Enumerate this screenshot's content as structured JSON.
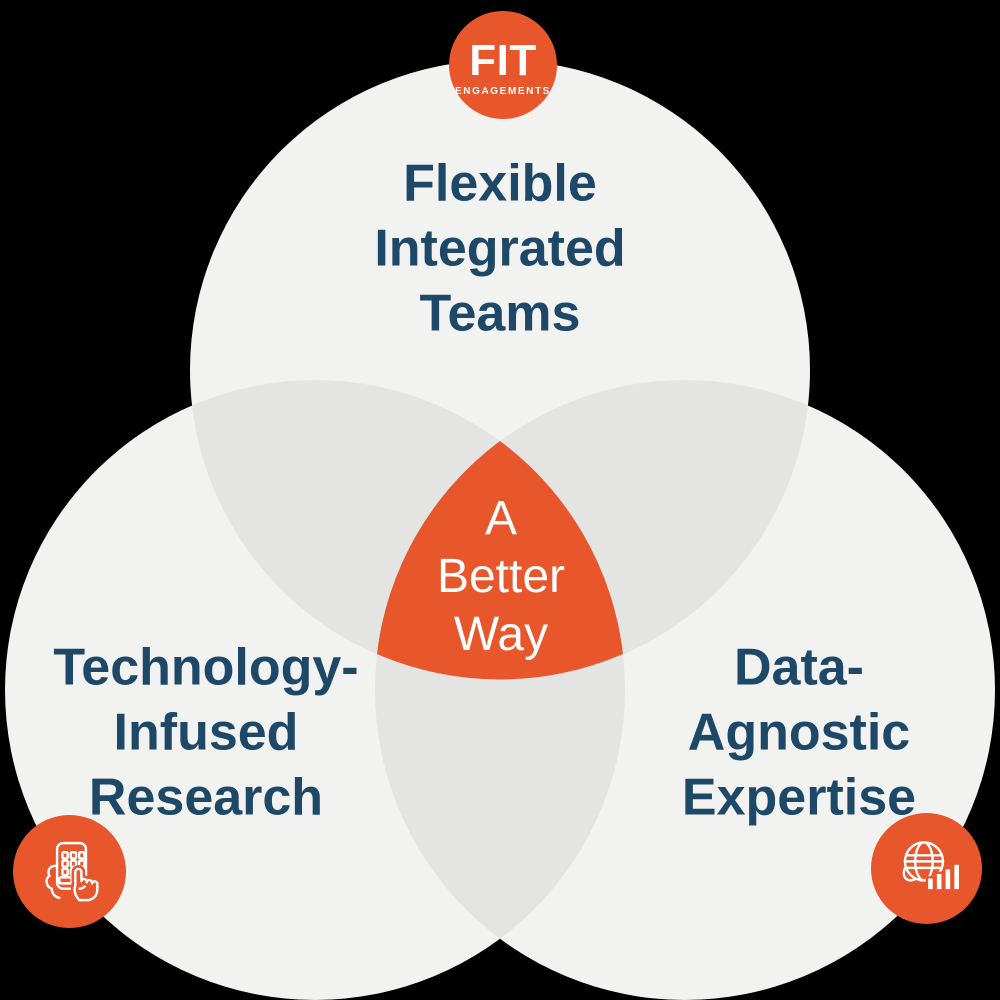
{
  "colors": {
    "background": "#000000",
    "orange": "#E8562C",
    "circle_gray": "#F2F2F1",
    "overlap_gray": "#E4E4E3",
    "navy": "#1E4868",
    "white": "#FFFFFF"
  },
  "badges": {
    "top": {
      "title": "FIT",
      "subtitle": "ENGAGEMENTS"
    },
    "bottom_left": {
      "icon": "hand-tapping-phone-icon"
    },
    "bottom_right": {
      "icon": "globe-bar-chart-icon"
    }
  },
  "venn": {
    "type": "venn-3-circle",
    "center": {
      "lines": [
        "A",
        "Better",
        "Way"
      ]
    },
    "top": {
      "lines": [
        "Flexible",
        "Integrated",
        "Teams"
      ]
    },
    "bottom_left": {
      "lines": [
        "Technology-",
        "Infused",
        "Research"
      ]
    },
    "bottom_right": {
      "lines": [
        "Data-",
        "Agnostic",
        "Expertise"
      ]
    }
  }
}
